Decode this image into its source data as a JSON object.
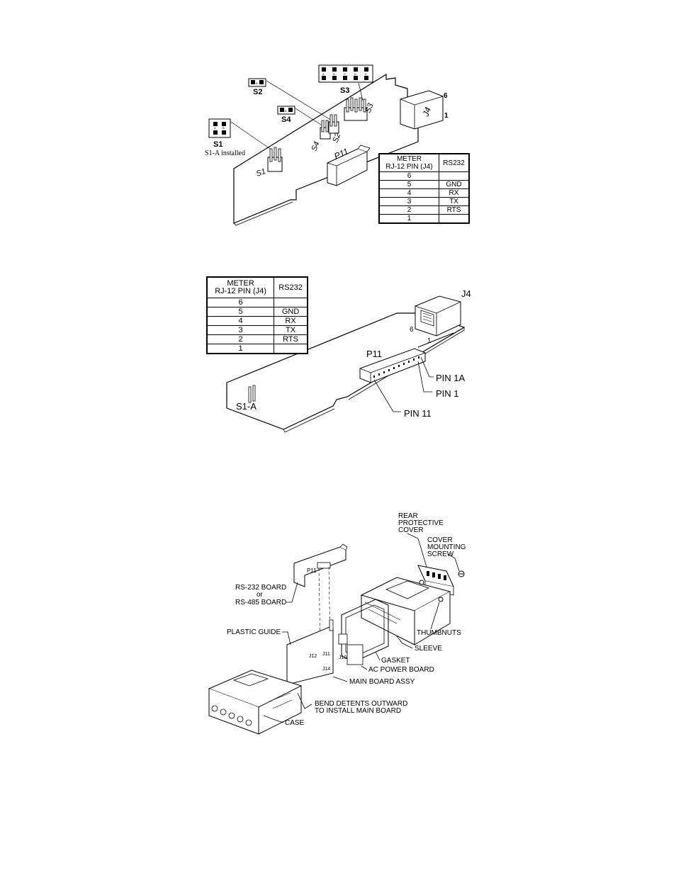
{
  "figure1": {
    "labels": {
      "s1": "S1",
      "s1_note": "S1-A installed",
      "s2": "S2",
      "s3": "S3",
      "s4": "S4",
      "s1_board": "S1",
      "s2_board": "S2",
      "s3_board": "S3",
      "s4_board": "S4",
      "p11": "P11",
      "j4": "J4",
      "j4_pin6": "6",
      "j4_pin1": "1",
      "jumper_a": "A",
      "jumper_b": "B",
      "s3_a": "A",
      "s3_b": "B",
      "s3_c": "C",
      "s3_d": "D",
      "s3_e": "E"
    },
    "table": {
      "header_col1_line1": "METER",
      "header_col1_line2": "RJ-12 PIN (J4)",
      "header_col2": "RS232",
      "rows": [
        {
          "pin": "6",
          "signal": ""
        },
        {
          "pin": "5",
          "signal": "GND"
        },
        {
          "pin": "4",
          "signal": "RX"
        },
        {
          "pin": "3",
          "signal": "TX"
        },
        {
          "pin": "2",
          "signal": "RTS"
        },
        {
          "pin": "1",
          "signal": ""
        }
      ]
    }
  },
  "figure2": {
    "labels": {
      "j4": "J4",
      "j4_pin6": "6",
      "j4_pin1": "1",
      "p11": "P11",
      "pin1a": "PIN 1A",
      "pin1": "PIN 1",
      "pin11": "PIN 11",
      "s1a": "S1-A"
    },
    "table": {
      "header_col1_line1": "METER",
      "header_col1_line2": "RJ-12 PIN (J4)",
      "header_col2": "RS232",
      "rows": [
        {
          "pin": "6",
          "signal": ""
        },
        {
          "pin": "5",
          "signal": "GND"
        },
        {
          "pin": "4",
          "signal": "RX"
        },
        {
          "pin": "3",
          "signal": "TX"
        },
        {
          "pin": "2",
          "signal": "RTS"
        },
        {
          "pin": "1",
          "signal": ""
        }
      ]
    }
  },
  "figure3": {
    "labels": {
      "rear_cover_1": "REAR",
      "rear_cover_2": "PROTECTIVE",
      "rear_cover_3": "COVER",
      "screw_1": "COVER",
      "screw_2": "MOUNTING",
      "screw_3": "SCREW",
      "p11": "P11",
      "rs232_1": "RS-232 BOARD",
      "rs232_2": "or",
      "rs232_3": "RS-485 BOARD",
      "plastic_guide": "PLASTIC GUIDE",
      "thumbnuts": "THUMBNUTS",
      "sleeve": "SLEEVE",
      "gasket": "GASKET",
      "ac_power": "AC POWER BOARD",
      "main_board": "MAIN BOARD ASSY",
      "bend_1": "BEND DETENTS OUTWARD",
      "bend_2": "TO INSTALL MAIN BOARD",
      "case": "CASE",
      "j10": "J10",
      "j11": "J11",
      "j12": "J12",
      "j14": "J14"
    }
  }
}
